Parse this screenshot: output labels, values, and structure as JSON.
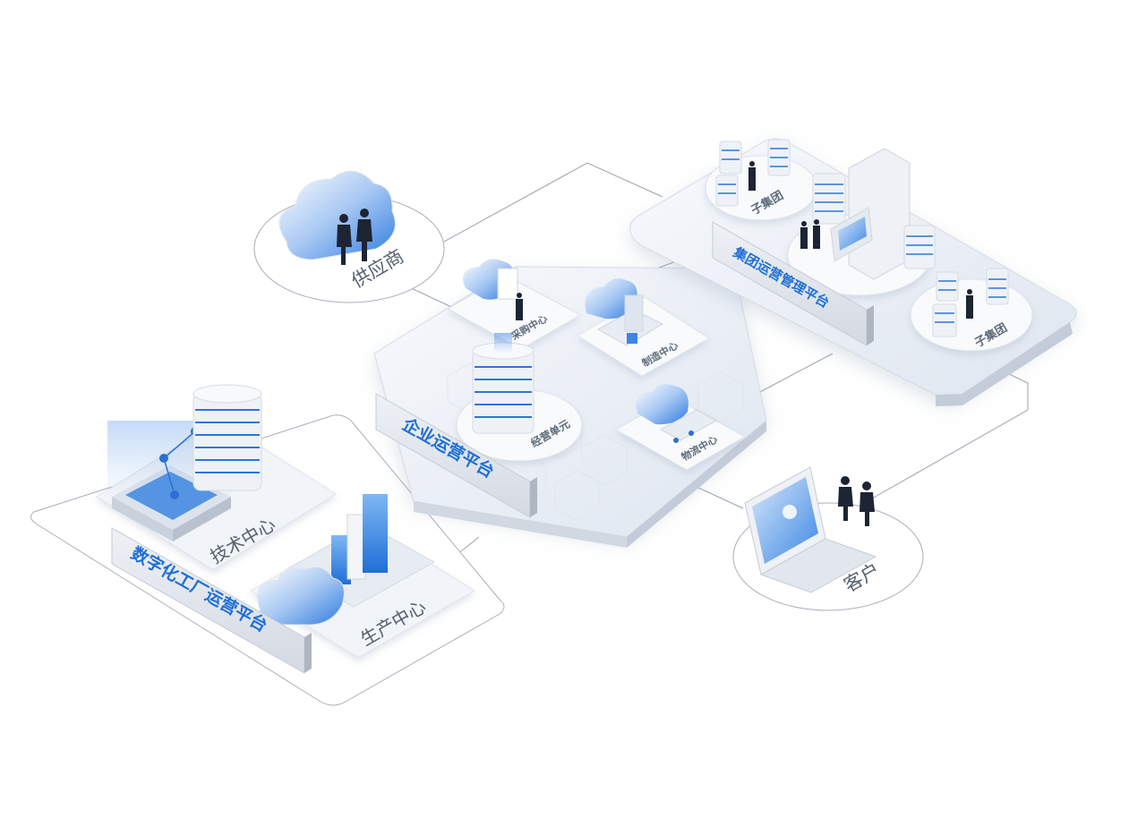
{
  "nodes": {
    "supplier": "供应商",
    "customer": "客户"
  },
  "platforms": {
    "group": "集团运营管理平台",
    "enterprise": "企业运营平台",
    "factory": "数字化工厂运营平台"
  },
  "group_units": {
    "subgroup_top": "子集团",
    "subgroup_right": "子集团"
  },
  "enterprise_units": {
    "purchase": "采购中心",
    "manufacture": "制造中心",
    "operation": "经营单元",
    "logistics": "物流中心"
  },
  "factory_units": {
    "tech": "技术中心",
    "production": "生产中心"
  },
  "colors": {
    "accent": "#1f6fd6",
    "platform_top": "#eef2f8",
    "line": "#9aa3ad"
  }
}
